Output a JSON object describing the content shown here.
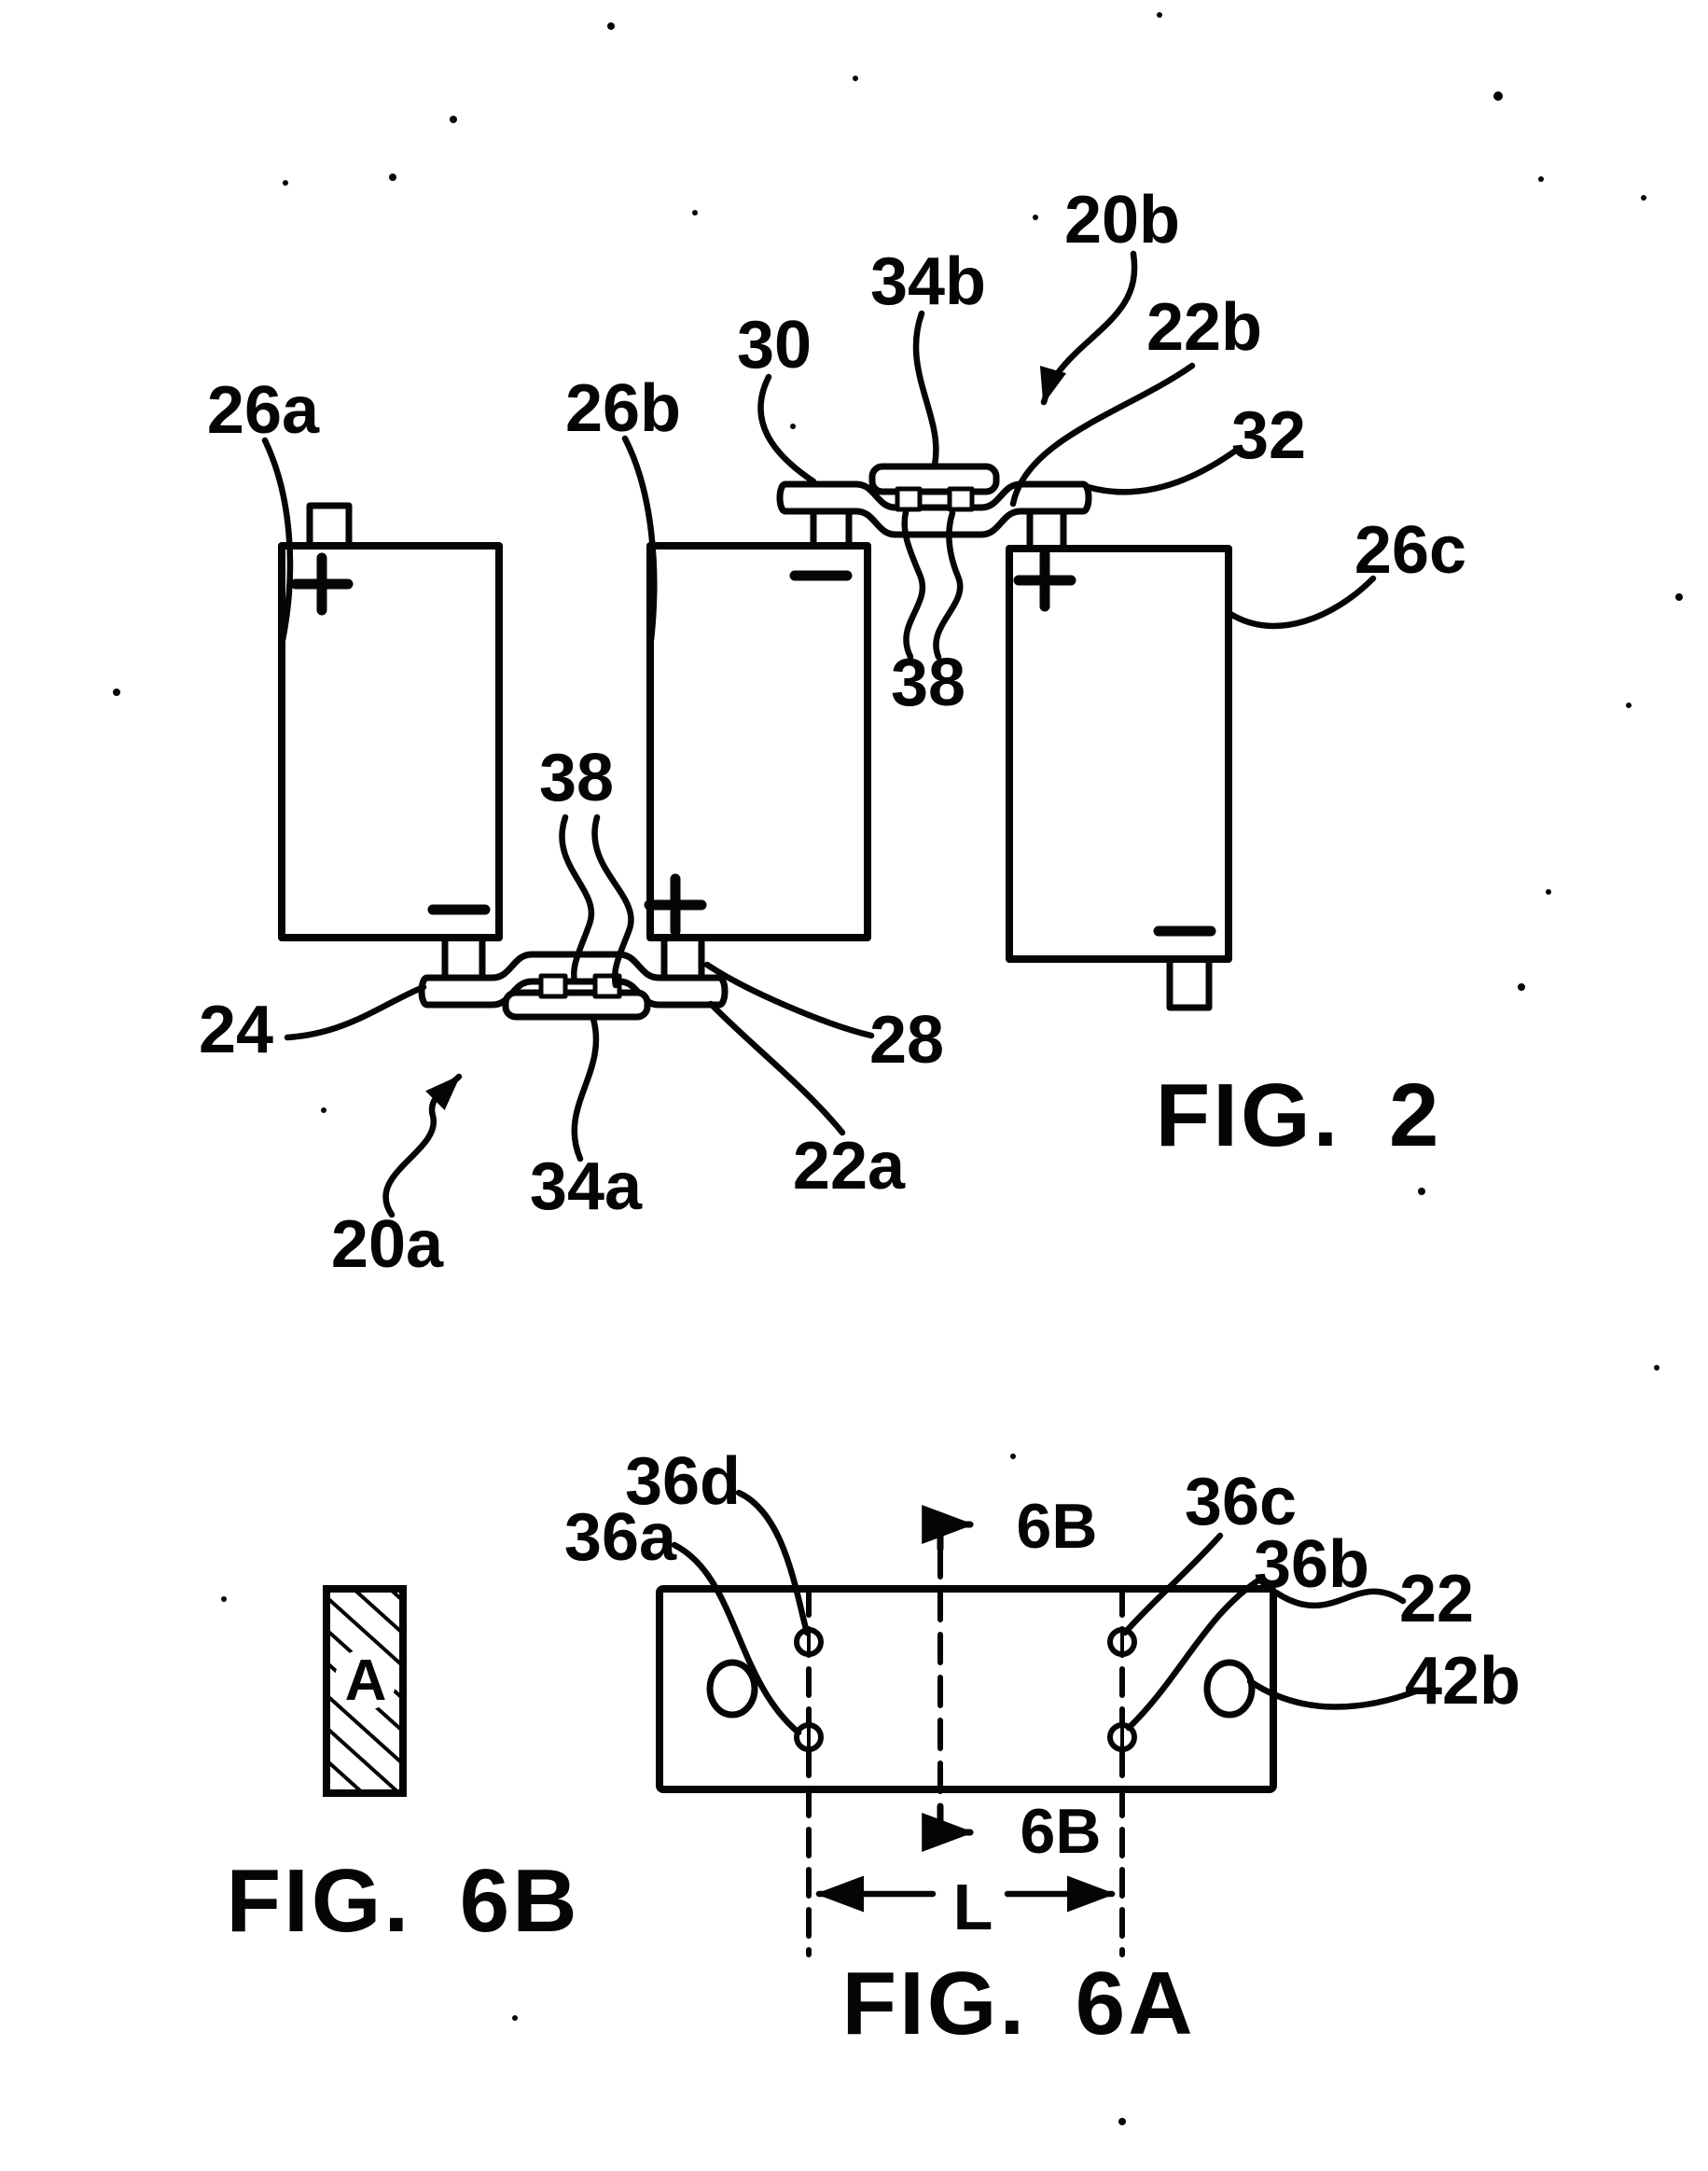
{
  "page": {
    "type": "patent-drawing-sheet",
    "background": "#ffffff",
    "ink_color": "#050505"
  },
  "figure2": {
    "caption": "FIG. 2",
    "labels": {
      "cell_a": "26a",
      "cell_b": "26b",
      "cell_c": "26c",
      "first_end_upper": "30",
      "bus_bar_upper": "34b",
      "assembly_upper": "20b",
      "interconnect_upper": "22b",
      "second_end_upper": "32",
      "welds_upper": "38",
      "welds_lower": "38",
      "first_end_lower": "24",
      "second_end_lower": "28",
      "interconnect_lower": "22a",
      "bus_bar_lower": "34a",
      "assembly_lower": "20a"
    },
    "batteries": [
      {
        "id": "cell-a",
        "top_polarity": "+",
        "bottom_polarity": "-"
      },
      {
        "id": "cell-b",
        "top_polarity": "-",
        "bottom_polarity": "+"
      },
      {
        "id": "cell-c",
        "top_polarity": "+",
        "bottom_polarity": "-"
      }
    ]
  },
  "figure6a": {
    "caption": "FIG. 6A",
    "labels": {
      "weld_upper_left": "36d",
      "weld_lower_left": "36a",
      "weld_upper_right": "36c",
      "weld_lower_right": "36b",
      "interconnect": "22",
      "aperture": "42b"
    },
    "section_marker": "6B",
    "dimension": "L"
  },
  "figure6b": {
    "caption": "FIG. 6B",
    "section_label": "A"
  }
}
